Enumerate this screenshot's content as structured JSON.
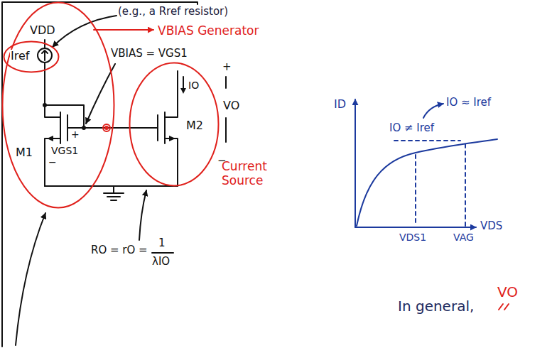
{
  "diagram": {
    "nodes": [
      {
        "text": [
          "VBIAS Generator"
        ]
      },
      {
        "text": [
          "Iref"
        ],
        "in": 0
      },
      {
        "text": [
          "Current Source"
        ]
      }
    ],
    "edges": [
      {
        "from": 0,
        "to": 2,
        "arrow": "none"
      }
    ],
    "labels": [
      "(e.g., a Rref resistor)",
      "VDD",
      "VBIAS = VGS1",
      "M1",
      "+",
      "VGS1",
      "−",
      "IO",
      "M2",
      "+",
      "VO",
      "−",
      "RO = rO =",
      "1",
      "λIO",
      "ID",
      "VDS1",
      "VAG",
      "VDS",
      "IO ≈ Iref",
      "IO ≠ Iref",
      "In general,",
      "VO"
    ]
  }
}
